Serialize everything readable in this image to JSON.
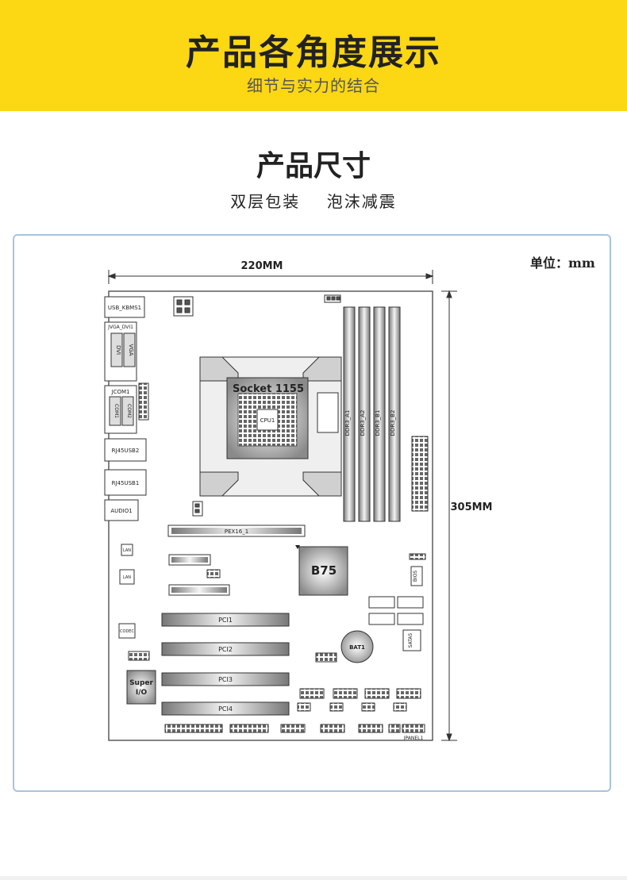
{
  "banner": {
    "title": "产品各角度展示",
    "subtitle": "细节与实力的结合"
  },
  "section": {
    "title": "产品尺寸",
    "subtitle": "双层包装    泡沫减震",
    "unit": "单位：mm"
  },
  "diagram": {
    "width_label": "220MM",
    "height_label": "305MM",
    "socket_label": "Socket 1155",
    "cpu_label": "CPU1",
    "chipset_label": "B75",
    "superio_label": "Super\nI/O",
    "bat_label": "BAT1",
    "pex_label": "PEX16_1",
    "pci_labels": [
      "PCI1",
      "PCI2",
      "PCI3",
      "PCI4"
    ],
    "dimm_labels": [
      "DDR3_A1",
      "DDR3_A2",
      "DDR3_B1",
      "DDR3_B2"
    ],
    "io_labels": {
      "usb_kbms": "USB_KBMS1",
      "vga_dvi": "JVGA_DVI1",
      "dvi": "DVI",
      "vga": "VGA",
      "jcom": "JCOM1",
      "com1": "COM1",
      "com2": "COM2",
      "rj45usb2": "RJ45USB2",
      "rj45usb1": "RJ45USB1",
      "audio": "AUDIO1"
    },
    "bios_label": "BIOS",
    "sata5_label": "SATA5",
    "jpanel_label": "JPANEL1",
    "lan_labels": [
      "LAN",
      "LAN",
      "CODEC"
    ]
  },
  "colors": {
    "banner": "#fbd714",
    "panel_border": "#a9c4dc",
    "line": "#333333"
  }
}
